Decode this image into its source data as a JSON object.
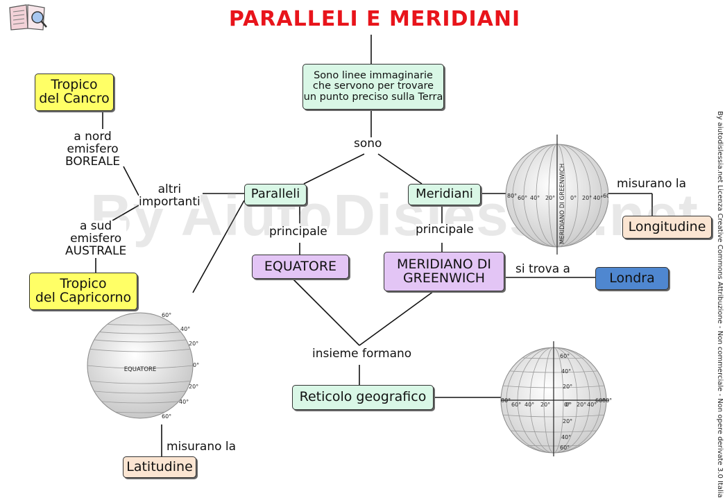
{
  "title": "PARALLELI E MERIDIANI",
  "watermark": "By AiutoDislessia.net",
  "credits": "By aiutodislessia.net Licenza Creative Commons Attribuzione - Non commerciale - Non opere derivate 3.0 Italia",
  "nodes": {
    "definition": "Sono linee immaginarie\nche servono per trovare\nun punto preciso sulla Terra",
    "paralleli": "Paralleli",
    "meridiani": "Meridiani",
    "equatore": "EQUATORE",
    "greenwich": "MERIDIANO DI\nGREENWICH",
    "londra": "Londra",
    "longitudine": "Longitudine",
    "latitudine": "Latitudine",
    "reticolo": "Reticolo geografico",
    "tropico_cancro": "Tropico\ndel Cancro",
    "tropico_capricorno": "Tropico\ndel Capricorno"
  },
  "labels": {
    "sono": "sono",
    "altri_importanti": "altri\nimportanti",
    "a_nord": "a nord\nemisfero\nBOREALE",
    "a_sud": "a sud\nemisfero\nAUSTRALE",
    "principale_left": "principale",
    "principale_right": "principale",
    "misurano_right": "misurano la",
    "misurano_left": "misurano la",
    "si_trova_a": "si trova a",
    "insieme_formano": "insieme formano"
  },
  "globe_parallels": {
    "equator_label": "EQUATORE",
    "degrees": [
      "60°",
      "40°",
      "20°",
      "0°",
      "20°",
      "40°",
      "60°"
    ]
  },
  "globe_meridians": {
    "meridian_label": "MERIDIANO DI GREENWICH",
    "degrees": [
      "80°",
      "60°",
      "40°",
      "20°",
      "0°",
      "20°",
      "40°",
      "60°"
    ]
  },
  "globe_grid": {
    "lat_degrees": [
      "60°",
      "40°",
      "20°",
      "0°",
      "20°",
      "40°",
      "60°"
    ],
    "lon_degrees": [
      "80°",
      "60°",
      "40°",
      "20°",
      "0°",
      "20°",
      "40°",
      "60°",
      "80°"
    ]
  },
  "colors": {
    "title": "#e8141b",
    "green_box": "#d9f7e6",
    "yellow_box": "#ffff66",
    "purple_box": "#e3c5f5",
    "blue_box": "#4f87d0",
    "tan_box": "#fbe5d2"
  }
}
